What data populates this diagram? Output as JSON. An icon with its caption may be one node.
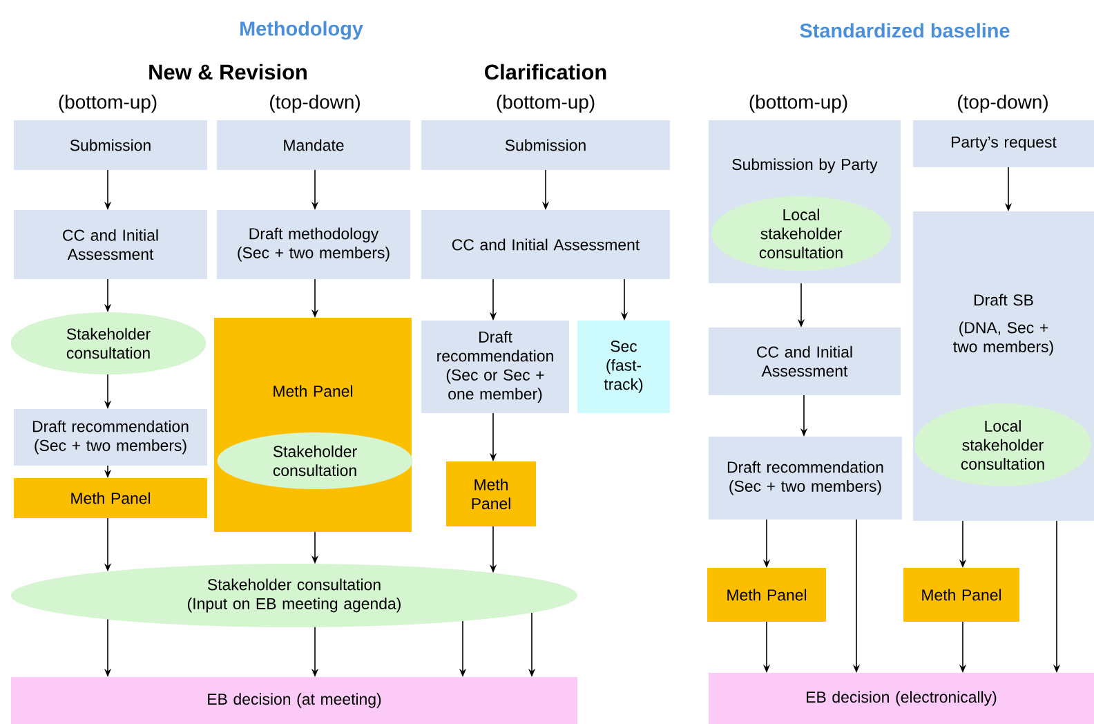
{
  "diagram": {
    "nodes": [
      {
        "text": [
          "Submission"
        ]
      },
      {
        "text": [
          "CC and Initial Assessment"
        ]
      },
      {
        "text": [
          "Stakeholder consultation"
        ]
      },
      {
        "text": [
          "Draft recommendation (Sec + two members)"
        ]
      },
      {
        "text": [
          "Meth Panel"
        ]
      },
      {
        "text": [
          "Mandate"
        ]
      },
      {
        "text": [
          "Draft methodology (Sec + two members)"
        ]
      },
      {
        "text": [
          "Meth Panel"
        ]
      },
      {
        "text": [
          "Stakeholder consultation"
        ],
        "in": 7
      },
      {
        "text": [
          "Submission"
        ]
      },
      {
        "text": [
          "CC and Initial Assessment"
        ]
      },
      {
        "text": [
          "Draft recommendation (Sec or Sec + one member)"
        ]
      },
      {
        "text": [
          "Sec (fast-track)"
        ]
      },
      {
        "text": [
          "Meth Panel"
        ]
      },
      {
        "text": [
          "Stakeholder consultation (Input on EB meeting agenda)"
        ]
      },
      {
        "text": [
          "EB decision (at meeting)"
        ]
      },
      {
        "text": [
          "Submission by Party"
        ]
      },
      {
        "text": [
          "Local stakeholder consultation"
        ],
        "in": 16
      },
      {
        "text": [
          "CC and Initial Assessment"
        ]
      },
      {
        "text": [
          "Draft recommendation (Sec + two members)"
        ]
      },
      {
        "text": [
          "Meth Panel"
        ]
      },
      {
        "text": [
          "Party’s request"
        ]
      },
      {
        "text": [
          "Draft SB",
          "(DNA, Sec + two members)"
        ]
      },
      {
        "text": [
          "Local stakeholder consultation"
        ],
        "in": 22
      },
      {
        "text": [
          "Meth Panel"
        ]
      },
      {
        "text": [
          "EB decision (electronically)"
        ]
      }
    ],
    "edges": [
      {
        "from": 0,
        "to": 1,
        "arrow": "to"
      },
      {
        "from": 1,
        "to": 2,
        "arrow": "to"
      },
      {
        "from": 2,
        "to": 3,
        "arrow": "to"
      },
      {
        "from": 3,
        "to": 4,
        "arrow": "to"
      },
      {
        "from": 4,
        "to": 14,
        "arrow": "to"
      },
      {
        "from": 5,
        "to": 6,
        "arrow": "to"
      },
      {
        "from": 6,
        "to": 7,
        "arrow": "to"
      },
      {
        "from": 7,
        "to": 14,
        "arrow": "to"
      },
      {
        "from": 9,
        "to": 10,
        "arrow": "to"
      },
      {
        "from": 10,
        "to": 11,
        "arrow": "to"
      },
      {
        "from": 10,
        "to": 12,
        "arrow": "to"
      },
      {
        "from": 11,
        "to": 13,
        "arrow": "to"
      },
      {
        "from": 13,
        "to": 14,
        "arrow": "to"
      },
      {
        "from": 14,
        "to": 15,
        "arrow": "to"
      },
      {
        "from": 14,
        "to": 15,
        "arrow": "to"
      },
      {
        "from": 14,
        "to": 15,
        "arrow": "to"
      },
      {
        "from": 14,
        "to": 15,
        "arrow": "to"
      },
      {
        "from": 16,
        "to": 18,
        "arrow": "to"
      },
      {
        "from": 18,
        "to": 19,
        "arrow": "to"
      },
      {
        "from": 19,
        "to": 20,
        "arrow": "to"
      },
      {
        "from": 19,
        "to": 25,
        "arrow": "to"
      },
      {
        "from": 20,
        "to": 25,
        "arrow": "to"
      },
      {
        "from": 21,
        "to": 22,
        "arrow": "to"
      },
      {
        "from": 22,
        "to": 24,
        "arrow": "to"
      },
      {
        "from": 22,
        "to": 25,
        "arrow": "to"
      },
      {
        "from": 24,
        "to": 25,
        "arrow": "to"
      }
    ],
    "labels": [
      "Methodology",
      "Standardized baseline",
      "New & Revision",
      "Clarification",
      "(bottom-up)",
      "(top-down)",
      "(bottom-up)",
      "(bottom-up)",
      "(top-down)"
    ]
  }
}
